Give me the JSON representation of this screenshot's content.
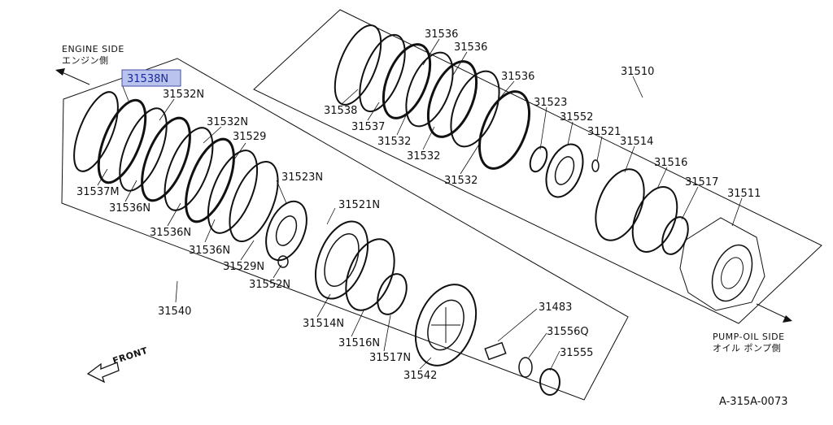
{
  "engine_side": {
    "en": "ENGINE SIDE",
    "jp": "エンジン側"
  },
  "pump_side": {
    "en": "PUMP-OIL SIDE",
    "jp": "オイル ポンプ側"
  },
  "front_label": "FRONT",
  "diagram_code": "A-315A-0073",
  "highlight_part": "31538N",
  "upper_group": "31510",
  "lower_group": "31540",
  "parts_upper": [
    "31536",
    "31536",
    "31536",
    "31538",
    "31537",
    "31532",
    "31532",
    "31532",
    "31523",
    "31552",
    "31521",
    "31514",
    "31516",
    "31517",
    "31511"
  ],
  "parts_lower": [
    "31532N",
    "31532N",
    "31529",
    "31537M",
    "31536N",
    "31536N",
    "31536N",
    "31523N",
    "31529N",
    "31552N",
    "31521N",
    "31514N",
    "31516N",
    "31517N",
    "31542"
  ],
  "parts_misc": [
    "31483",
    "31556Q",
    "31555"
  ],
  "colors": {
    "highlight_fill": "#b9c3ee",
    "highlight_stroke": "#4452a8",
    "line": "#111111"
  }
}
